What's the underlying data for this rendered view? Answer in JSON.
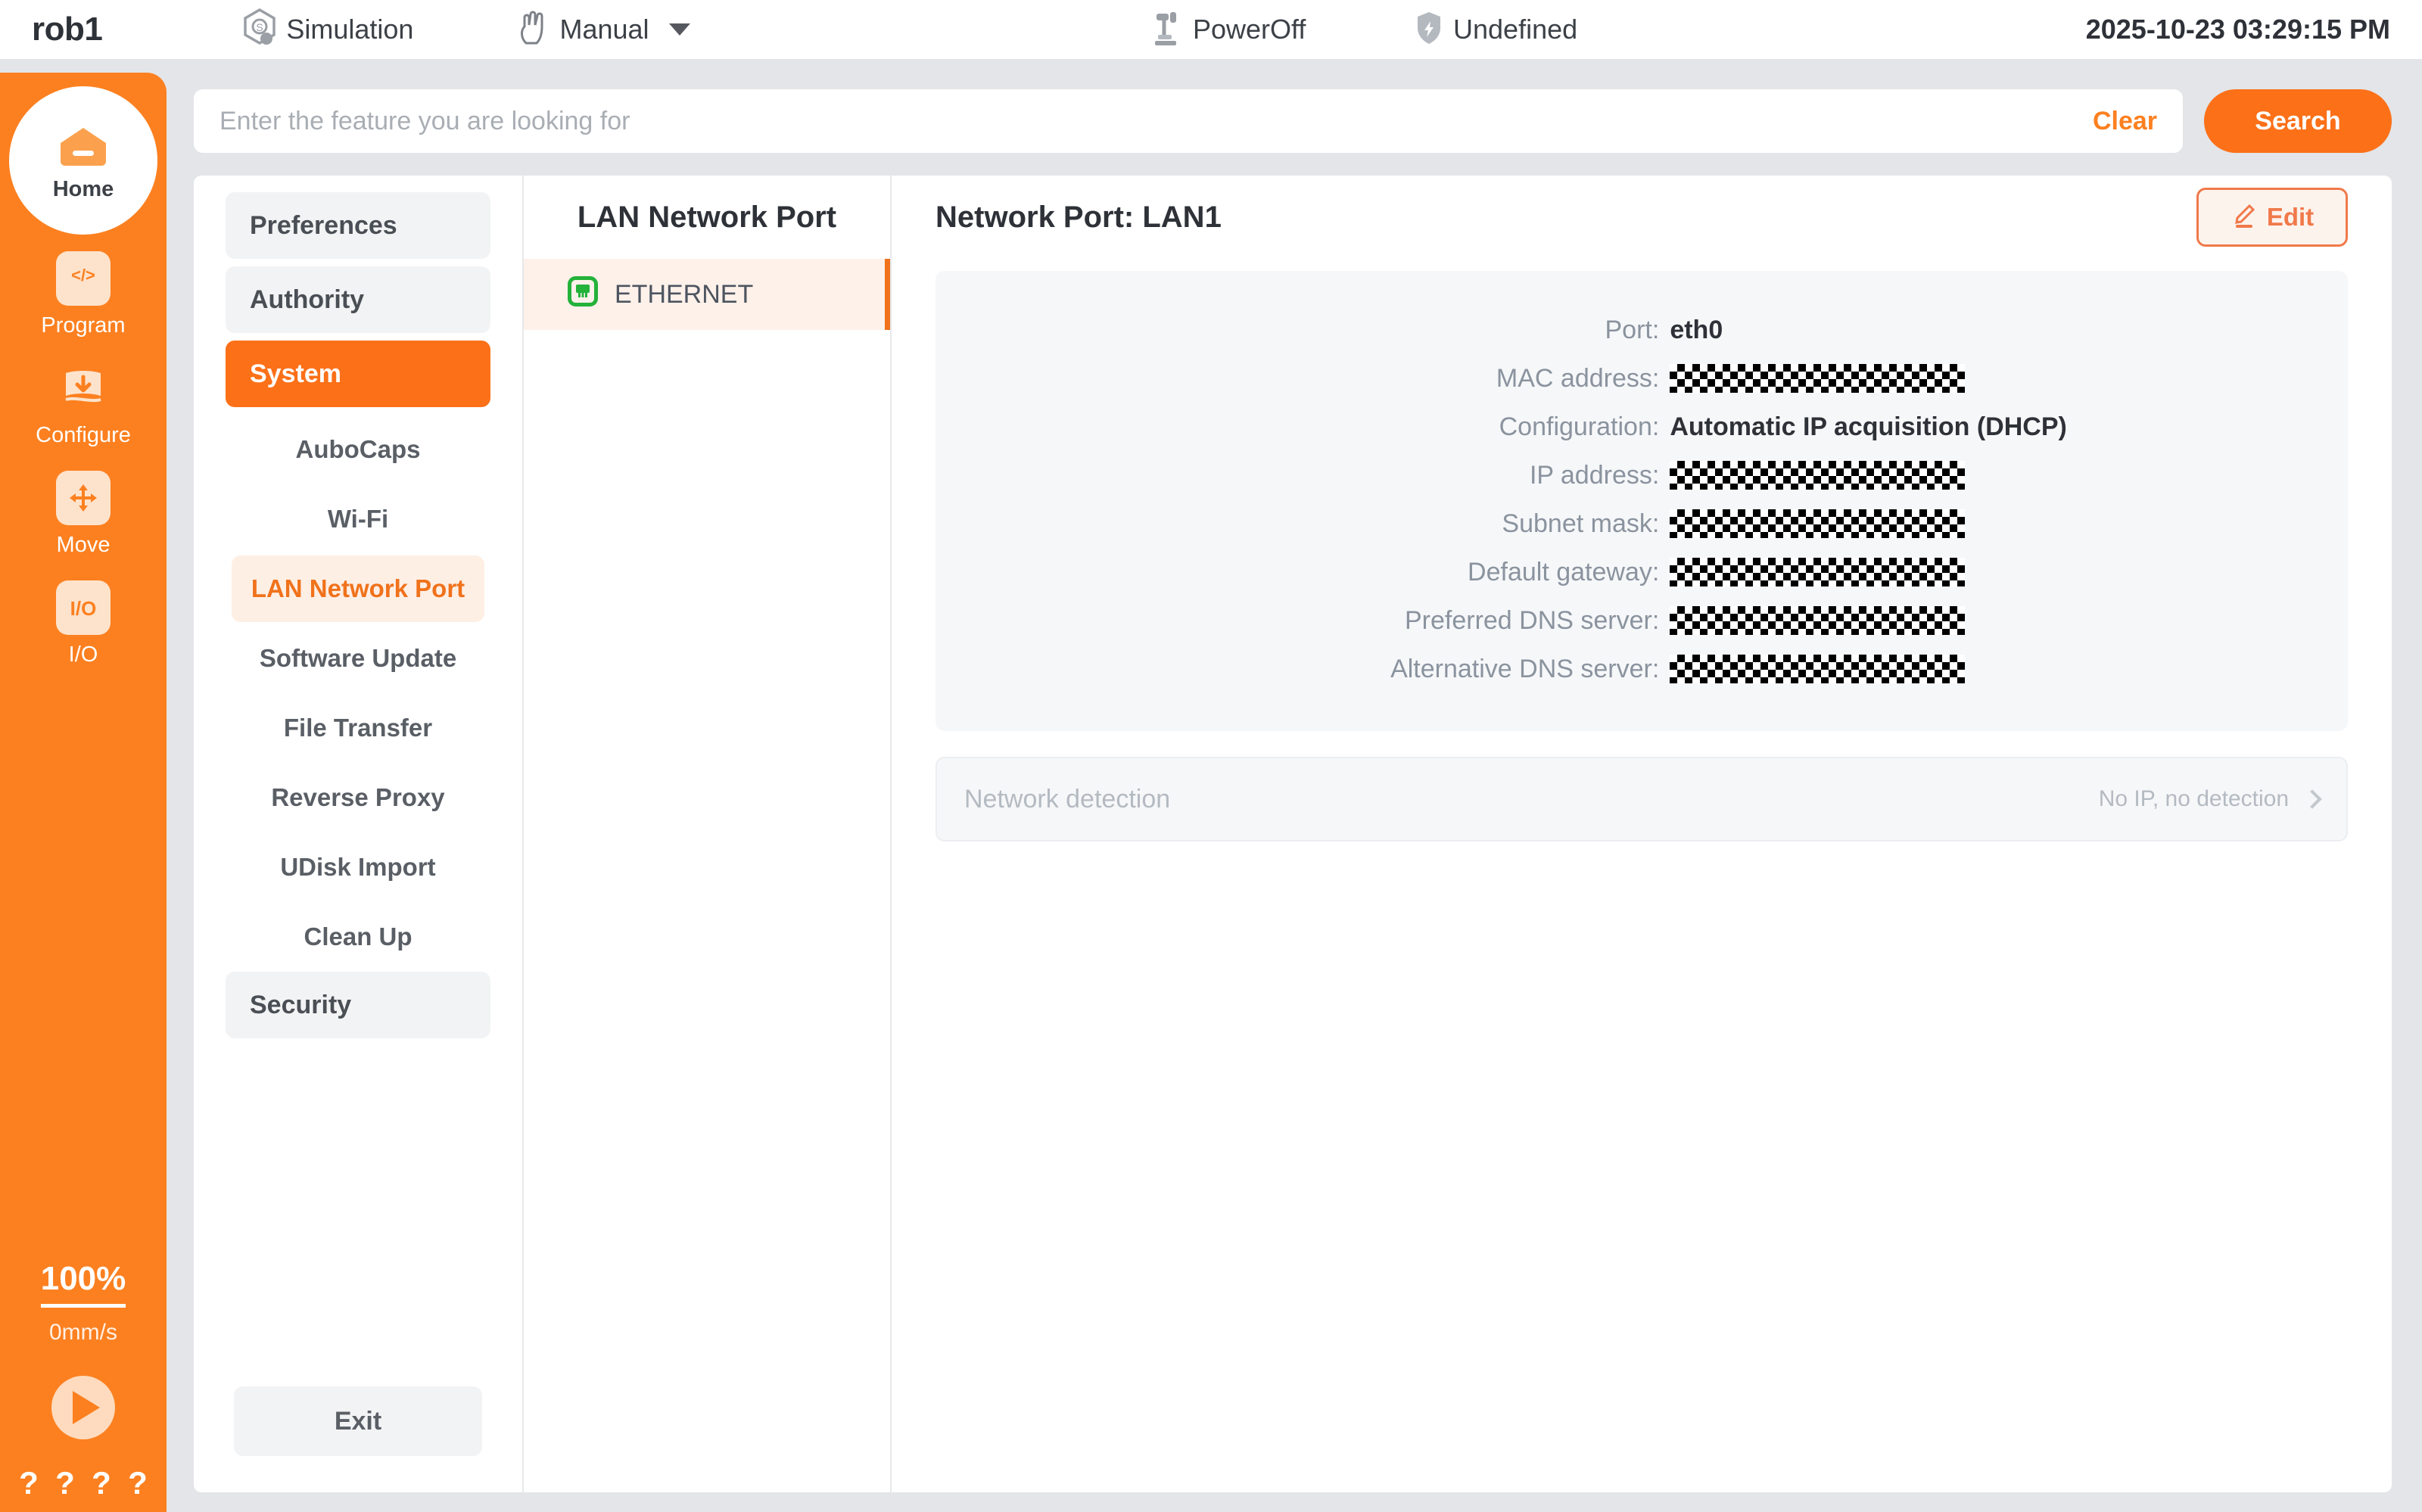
{
  "topbar": {
    "robot_name": "rob1",
    "items": [
      {
        "icon": "simulation-hexagon-icon",
        "label": "Simulation"
      },
      {
        "icon": "hand-manual-icon",
        "label": "Manual",
        "has_caret": true
      },
      {
        "icon": "robot-arm-icon",
        "label": "PowerOff"
      },
      {
        "icon": "shield-bolt-icon",
        "label": "Undefined"
      }
    ],
    "datetime": "2025-10-23 03:29:15 PM"
  },
  "rail": {
    "items": [
      {
        "icon": "home-icon",
        "label": "Home"
      },
      {
        "icon": "code-monitor-icon",
        "label": "Program"
      },
      {
        "icon": "download-page-icon",
        "label": "Configure"
      },
      {
        "icon": "move-arrows-icon",
        "label": "Move"
      },
      {
        "icon": "io-icon",
        "label": "I/O"
      }
    ],
    "speed_percent": "100%",
    "speed_value": "0mm/s",
    "play_icon": "play-icon",
    "question_marks": [
      "?",
      "?",
      "?",
      "?"
    ]
  },
  "search": {
    "placeholder": "Enter the feature you are looking for",
    "value": "",
    "clear_label": "Clear",
    "search_label": "Search"
  },
  "nav": {
    "top_items": [
      {
        "label": "Preferences",
        "active": false
      },
      {
        "label": "Authority",
        "active": false
      },
      {
        "label": "System",
        "active": true
      }
    ],
    "sub_items": [
      {
        "label": "AuboCaps",
        "active": false
      },
      {
        "label": "Wi-Fi",
        "active": false
      },
      {
        "label": "LAN Network Port",
        "active": true
      },
      {
        "label": "Software Update",
        "active": false
      },
      {
        "label": "File Transfer",
        "active": false
      },
      {
        "label": "Reverse Proxy",
        "active": false
      },
      {
        "label": "UDisk Import",
        "active": false
      },
      {
        "label": "Clean Up",
        "active": false
      }
    ],
    "bottom_items": [
      {
        "label": "Security",
        "active": false
      }
    ],
    "exit_label": "Exit"
  },
  "ports": {
    "title": "LAN Network Port",
    "list": [
      {
        "icon": "ethernet-port-icon",
        "label": "ETHERNET",
        "active": true
      }
    ]
  },
  "detail": {
    "title": "Network Port: LAN1",
    "edit_label": "Edit",
    "edit_icon": "pencil-icon",
    "fields": [
      {
        "key": "Port:",
        "value": "eth0",
        "redacted": false
      },
      {
        "key": "MAC address:",
        "value": "",
        "redacted": true
      },
      {
        "key": "Configuration:",
        "value": "Automatic IP acquisition (DHCP)",
        "redacted": false
      },
      {
        "key": "IP address:",
        "value": "",
        "redacted": true
      },
      {
        "key": "Subnet mask:",
        "value": "",
        "redacted": true
      },
      {
        "key": "Default gateway:",
        "value": "",
        "redacted": true
      },
      {
        "key": "Preferred DNS server:",
        "value": "",
        "redacted": true
      },
      {
        "key": "Alternative DNS server:",
        "value": "",
        "redacted": true
      }
    ],
    "detection": {
      "label": "Network detection",
      "status": "No IP, no detection",
      "chevron_icon": "chevron-right-icon"
    }
  },
  "colors": {
    "brand_orange": "#FC8020",
    "button_orange": "#FC7018",
    "active_sub_text": "#F0721B",
    "edit_orange": "#F0794A",
    "ethernet_green": "#23B23A"
  }
}
